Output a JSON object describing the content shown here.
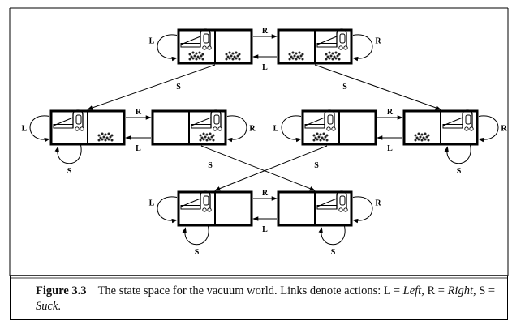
{
  "caption": {
    "figure_number": "Figure 3.3",
    "text_pre": "The state space for the vacuum world. Links denote actions: L = ",
    "left_word": "Left",
    "text_mid1": ", R = ",
    "right_word": "Right",
    "text_mid2": ", S = ",
    "suck_word": "Suck",
    "text_end": "."
  },
  "labels": {
    "left": "L",
    "right": "R",
    "suck": "S"
  },
  "states": [
    {
      "id": "s1",
      "vacuum": "left",
      "dirt_left": true,
      "dirt_right": true
    },
    {
      "id": "s2",
      "vacuum": "right",
      "dirt_left": true,
      "dirt_right": true
    },
    {
      "id": "s3",
      "vacuum": "left",
      "dirt_left": false,
      "dirt_right": true
    },
    {
      "id": "s4",
      "vacuum": "right",
      "dirt_left": false,
      "dirt_right": true
    },
    {
      "id": "s5",
      "vacuum": "left",
      "dirt_left": true,
      "dirt_right": false
    },
    {
      "id": "s6",
      "vacuum": "right",
      "dirt_left": true,
      "dirt_right": false
    },
    {
      "id": "s7",
      "vacuum": "left",
      "dirt_left": false,
      "dirt_right": false
    },
    {
      "id": "s8",
      "vacuum": "right",
      "dirt_left": false,
      "dirt_right": false
    }
  ]
}
